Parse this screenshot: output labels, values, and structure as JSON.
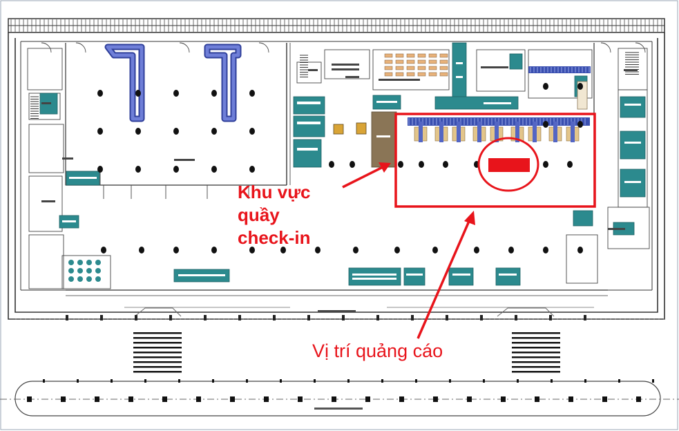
{
  "annotations": {
    "checkin_area_lines": [
      "Khu vực",
      "quầy",
      "check-in"
    ],
    "ad_position": "Vị trí quảng cáo"
  },
  "colors": {
    "annotation_red": "#e8141b",
    "wall_line": "#333333",
    "room_teal": "#2c8a8e",
    "queue_blue": "#3a4fb0",
    "counter_tan": "#e3c58a",
    "column_black": "#111111"
  }
}
